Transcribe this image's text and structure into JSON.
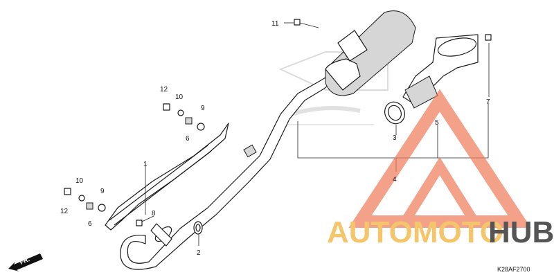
{
  "diagram": {
    "reference_code": "K28AF2700",
    "direction_label": "FR.",
    "watermark": {
      "brand_part1": "AUTOMOTO",
      "brand_part2": "HUB",
      "color_primary": "#f07a5a",
      "color_secondary": "#f4c56a",
      "color_dark": "#555555"
    },
    "callouts": {
      "n1": "1",
      "n2": "2",
      "n3": "3",
      "n4": "4",
      "n5": "5",
      "n6a": "6",
      "n6b": "6",
      "n7": "7",
      "n8": "8",
      "n9a": "9",
      "n9b": "9",
      "n10a": "10",
      "n10b": "10",
      "n11": "11",
      "n12a": "12",
      "n12b": "12"
    }
  }
}
